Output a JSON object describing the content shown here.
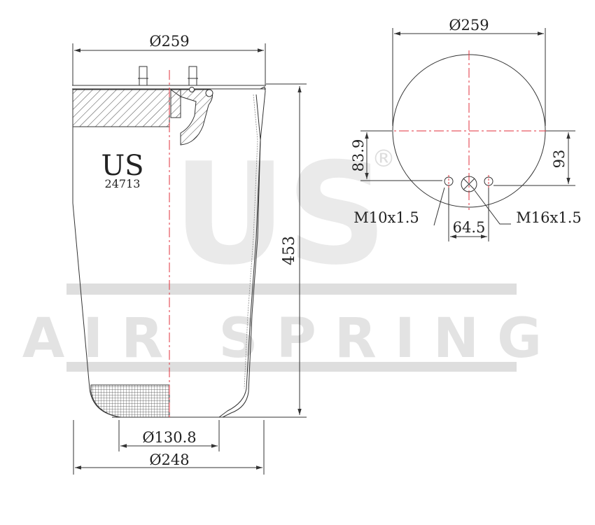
{
  "watermark": {
    "logo": "US",
    "registered": "®",
    "tagline": "AIR SPRING",
    "color": "#d9d9d9"
  },
  "part": {
    "brand": "US",
    "number": "24713"
  },
  "side_view": {
    "top_diameter": "Ø259",
    "height": "453",
    "bottom_inner_diameter": "Ø130.8",
    "bottom_outer_diameter": "Ø248"
  },
  "top_view": {
    "diameter": "Ø259",
    "offset_left": "83.9",
    "offset_right": "93",
    "stud_spacing": "64.5",
    "thread_small": "M10x1.5",
    "thread_large": "M16x1.5"
  },
  "colors": {
    "line": "#333333",
    "centerline": "#e0323c",
    "hatch": "#555555"
  }
}
